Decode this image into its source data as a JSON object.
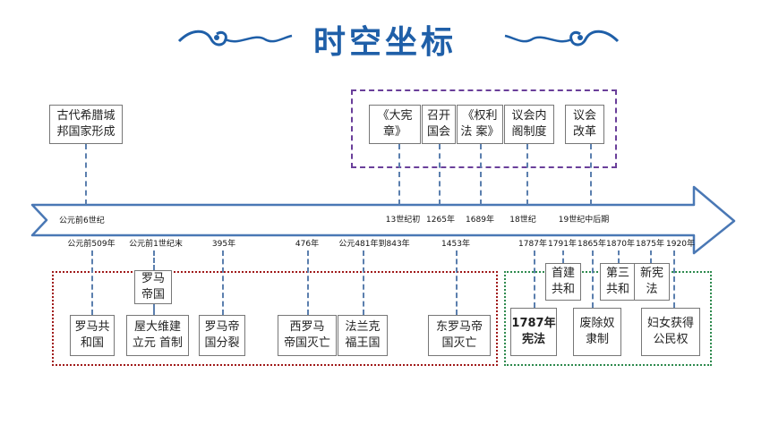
{
  "title": "时空坐标",
  "top_events": [
    {
      "id": "greek",
      "label": "古代希腊城\n邦国家形成",
      "time": "公元前6世纪"
    },
    {
      "id": "magna",
      "label": "《大宪\n章》",
      "time": "13世纪初"
    },
    {
      "id": "parl",
      "label": "召开\n国会",
      "time": "1265年"
    },
    {
      "id": "rights",
      "label": "《权利\n法 案》",
      "time": "1689年"
    },
    {
      "id": "cabinet",
      "label": "议会内\n阁制度",
      "time": "18世纪"
    },
    {
      "id": "reform",
      "label": "议会\n改革",
      "time": "19世纪中后期"
    }
  ],
  "bottom_events": [
    {
      "id": "rome-republic",
      "label": "罗马共\n和国",
      "time": "公元前509年"
    },
    {
      "id": "octavian",
      "label": "屋大维建\n立元 首制",
      "time": "公元前1世纪末"
    },
    {
      "id": "rome-empire",
      "label": "罗马\n帝国"
    },
    {
      "id": "rome-split",
      "label": "罗马帝\n国分裂",
      "time": "395年"
    },
    {
      "id": "west-rome",
      "label": "西罗马\n帝国灭亡",
      "time": "476年"
    },
    {
      "id": "frankish",
      "label": "法兰克\n福王国",
      "time": "公元481年到843年"
    },
    {
      "id": "east-rome",
      "label": "东罗马帝\n国灭亡",
      "time": "1453年"
    },
    {
      "id": "us-const",
      "label": "1787年\n宪法",
      "time": "1787年"
    },
    {
      "id": "first-rep",
      "label": "首建\n共和",
      "time": "1791年"
    },
    {
      "id": "abolish",
      "label": "废除奴\n隶制",
      "time": "1865年"
    },
    {
      "id": "third-rep",
      "label": "第三\n共和",
      "time": "1870年"
    },
    {
      "id": "new-const",
      "label": "新宪\n法",
      "time": "1875年"
    },
    {
      "id": "suffrage",
      "label": "妇女获得\n公民权",
      "time": "1920年"
    }
  ],
  "colors": {
    "title": "#1f5fa8",
    "arrow_fill": "#ffffff",
    "arrow_stroke": "#4a78b5",
    "connector": "#5b7fae",
    "group_purple": "#6a3f9a",
    "group_red": "#a01a1a",
    "group_green": "#2e8a4e"
  }
}
